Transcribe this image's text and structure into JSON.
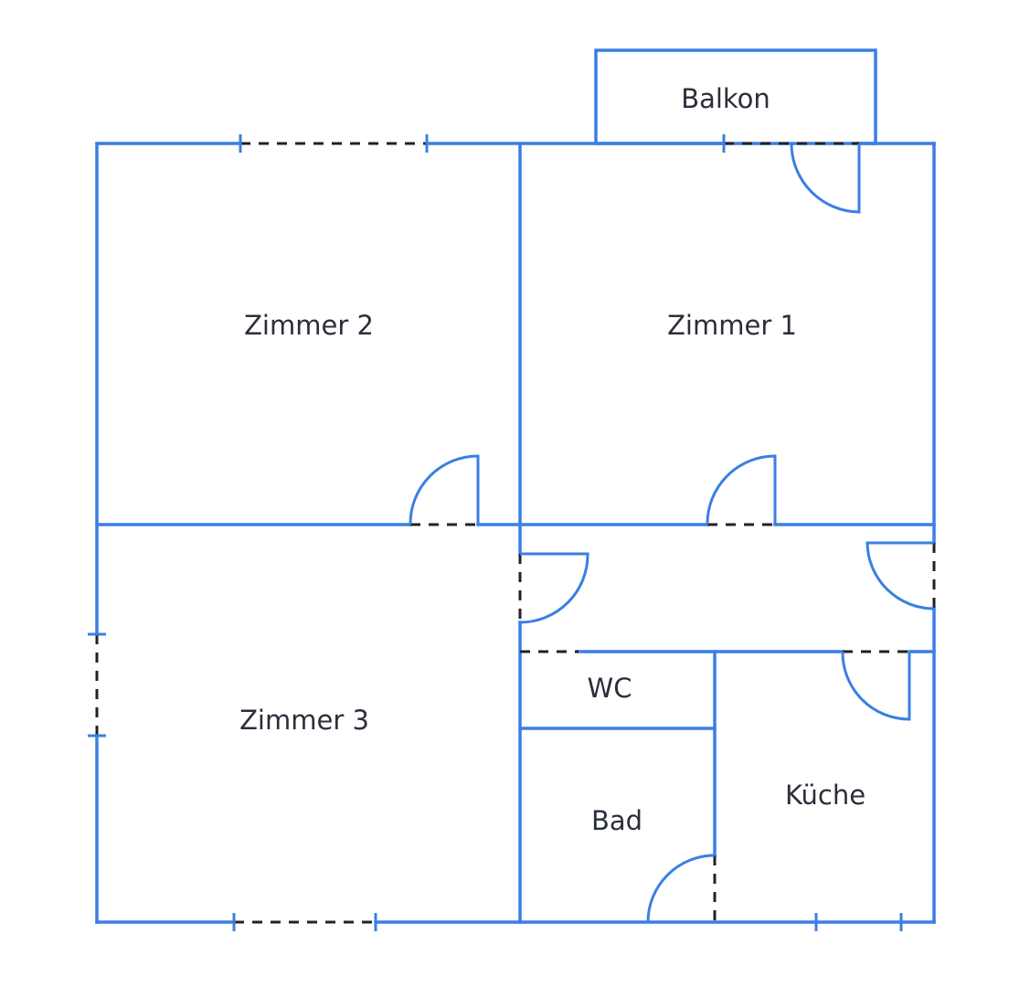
{
  "rooms": {
    "balkon": "Balkon",
    "zimmer2": "Zimmer 2",
    "zimmer1": "Zimmer 1",
    "zimmer3": "Zimmer 3",
    "wc": "WC",
    "bad": "Bad",
    "kueche": "Küche"
  },
  "colors": {
    "wall": "#3a7fe3",
    "opening": "#222222",
    "text": "#2b2f3b"
  }
}
